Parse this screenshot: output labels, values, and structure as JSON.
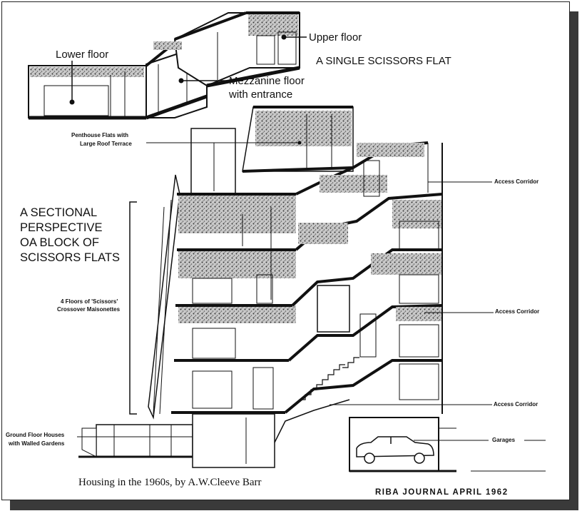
{
  "single_flat": {
    "title": "A SINGLE SCISSORS FLAT",
    "upper_floor": "Upper floor",
    "lower_floor": "Lower floor",
    "mezzanine_line1": "Mezzanine floor",
    "mezzanine_line2": "with entrance"
  },
  "block": {
    "title_lines": [
      "A SECTIONAL",
      "PERSPECTIVE",
      "OA BLOCK OF",
      "SCISSORS FLATS"
    ],
    "penthouse_line1": "Penthouse Flats with",
    "penthouse_line2": "Large Roof Terrace",
    "maisonettes_line1": "4 Floors of 'Scissors'",
    "maisonettes_line2": "Crossover Maisonettes",
    "ground_line1": "Ground Floor Houses",
    "ground_line2": "with Walled Gardens",
    "access_corridor": "Access Corridor",
    "garages": "Garages"
  },
  "caption": "Housing in the 1960s, by A.W.Cleeve Barr",
  "journal": "RIBA JOURNAL APRIL 1962"
}
